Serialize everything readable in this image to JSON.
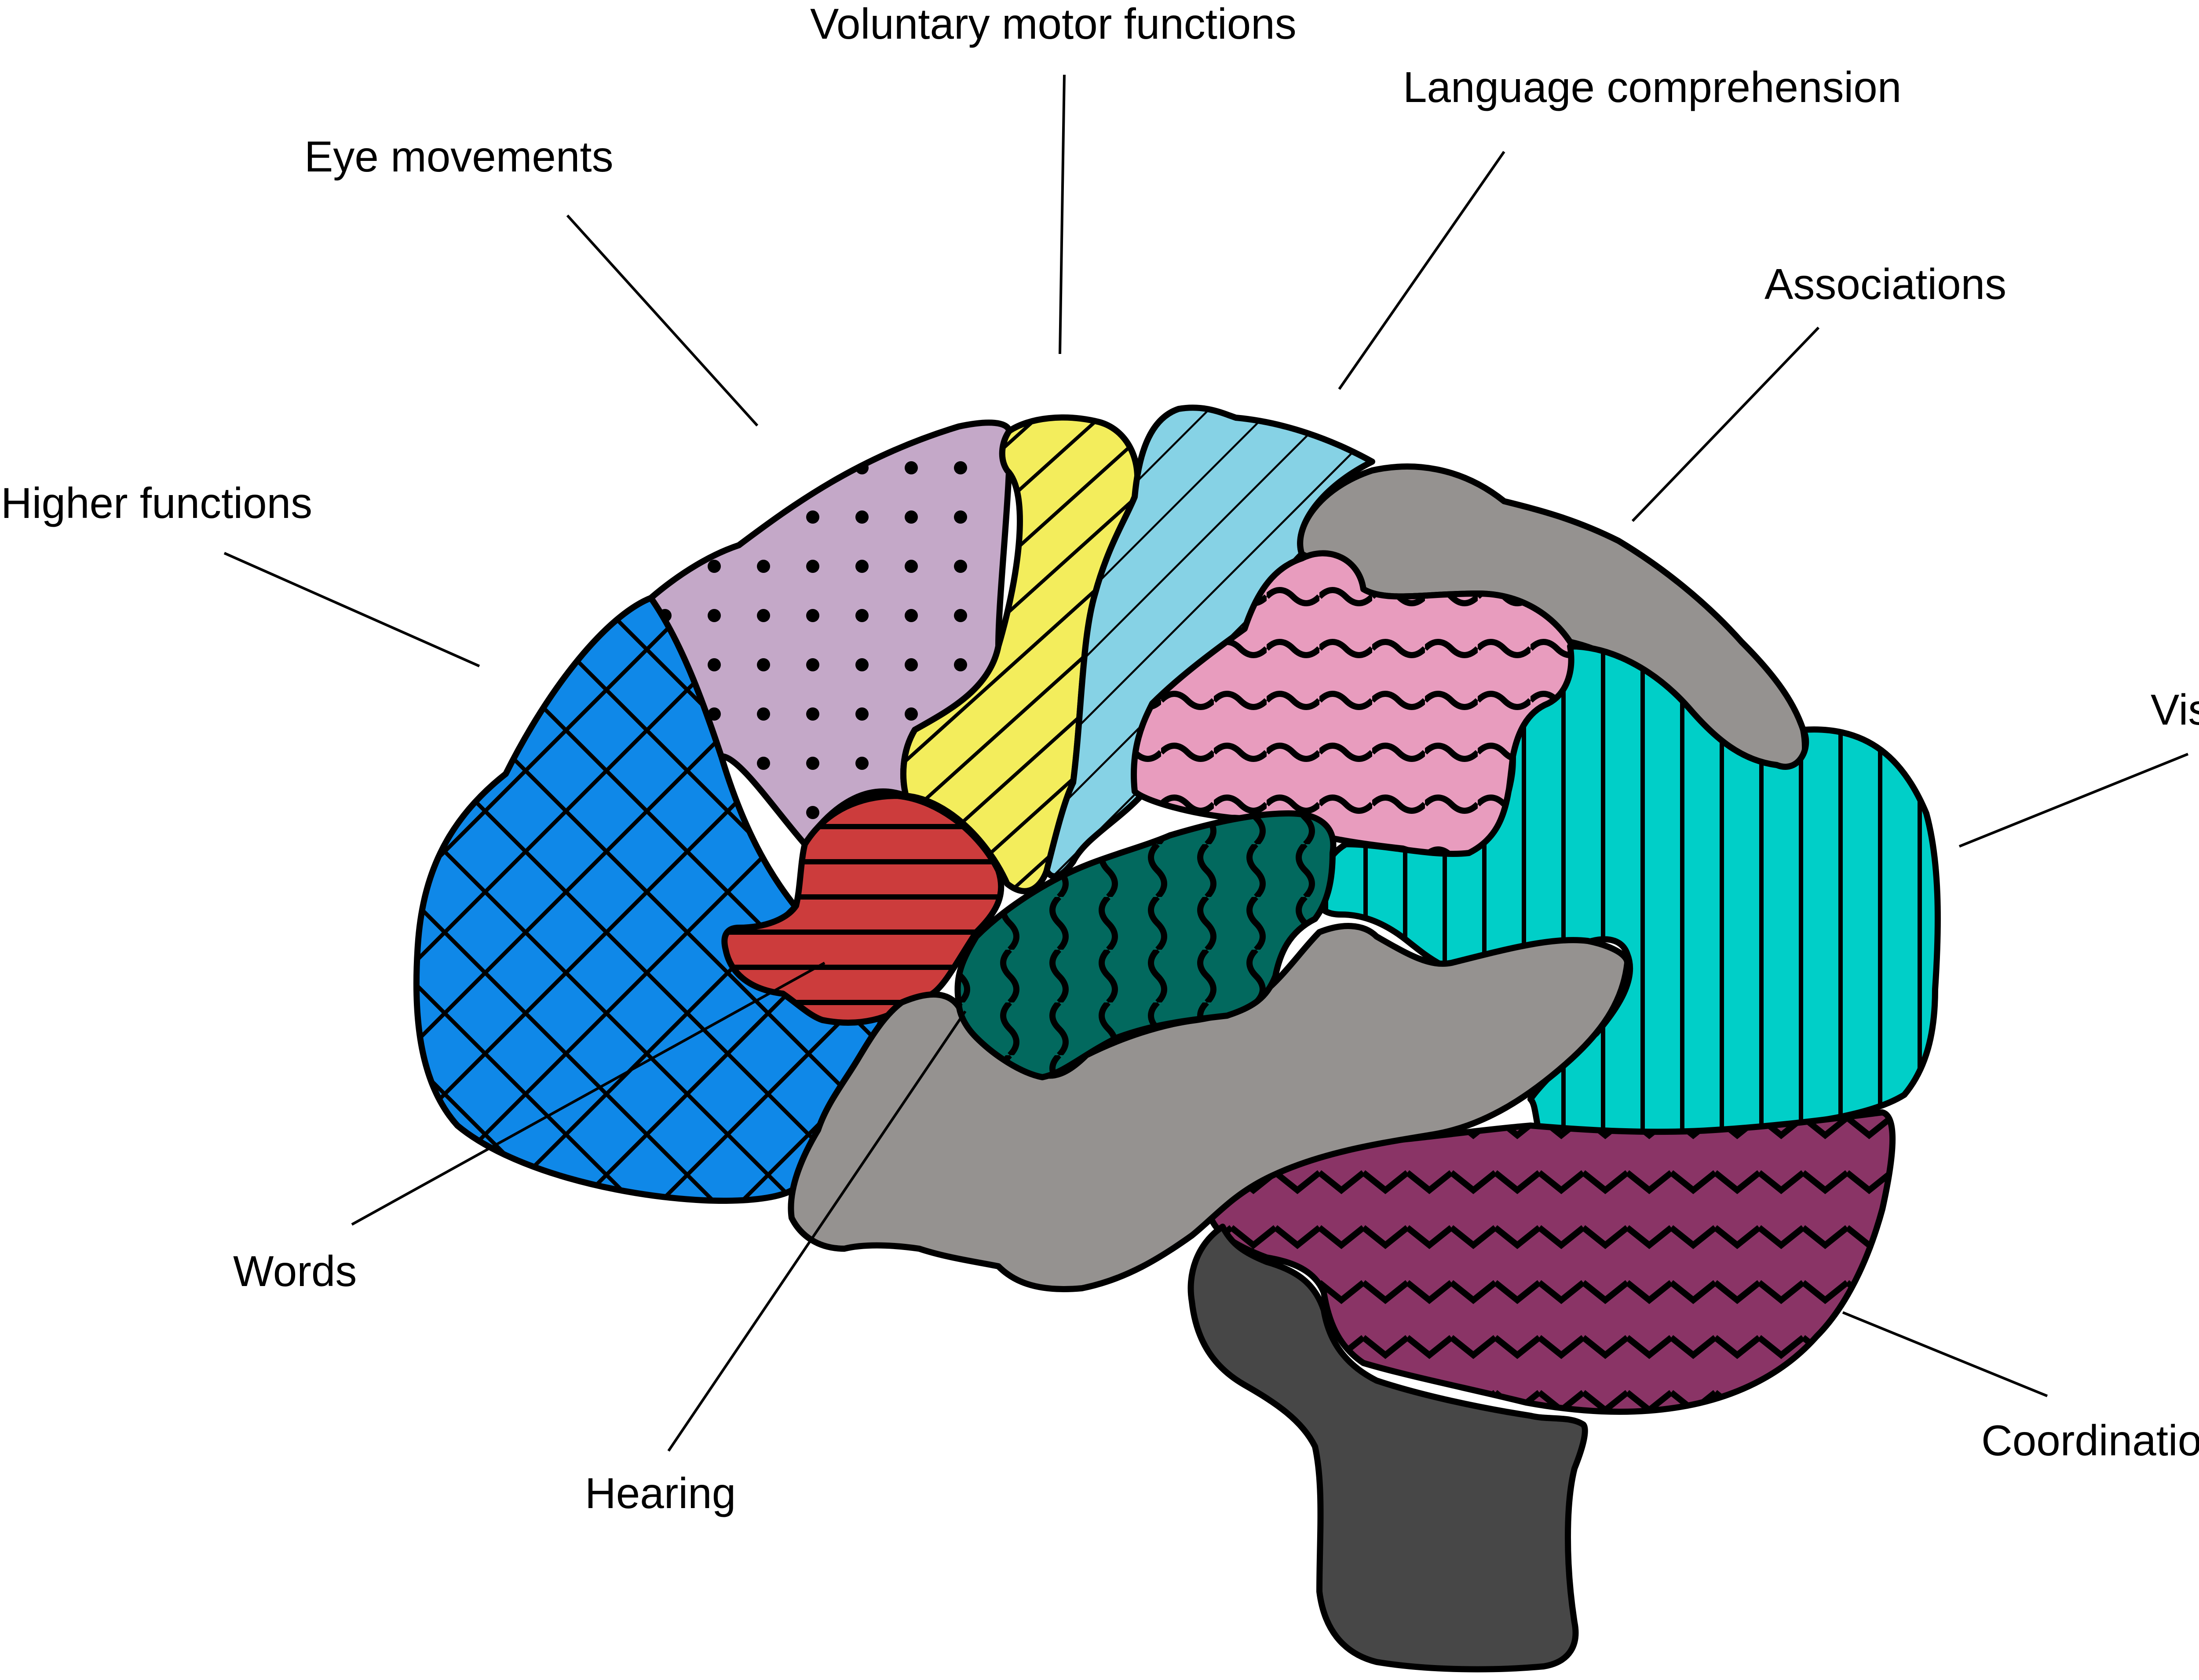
{
  "labels": {
    "voluntary_motor": "Voluntary motor functions",
    "language": "Language comprehension",
    "eye": "Eye movements",
    "associations": "Associations",
    "higher": "Higher functions",
    "vision": "Vision",
    "words": "Words",
    "coordination": "Coordination",
    "hearing": "Hearing"
  },
  "colors": {
    "higher_functions": "#0f88e8",
    "eye_movements": "#c4a8c8",
    "voluntary_motor": "#f3ed5c",
    "somatosensory": "#86d2e5",
    "associations_gray": "#959290",
    "language_pink": "#e89cbe",
    "vision": "#00cfc8",
    "words": "#cc3c3c",
    "hearing": "#02695e",
    "temporal_gray": "#959290",
    "coordination": "#8a3466",
    "brainstem": "#474747"
  }
}
